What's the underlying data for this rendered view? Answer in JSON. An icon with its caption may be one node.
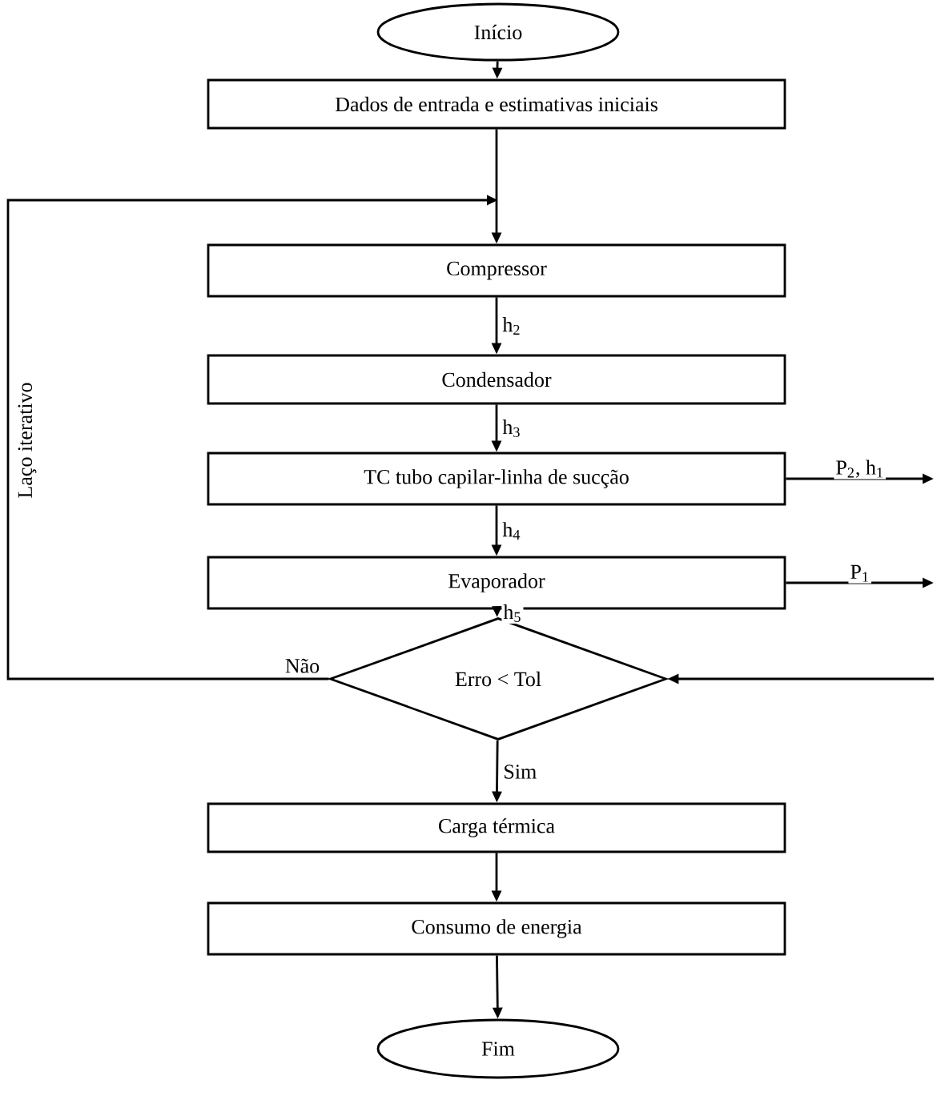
{
  "diagram": {
    "nodes": [
      {
        "text": [
          "Início"
        ]
      },
      {
        "text": [
          "Dados de entrada e estimativas iniciais"
        ]
      },
      {
        "text": [
          "Compressor"
        ]
      },
      {
        "text": [
          "Condensador"
        ]
      },
      {
        "text": [
          "TC tubo capilar-linha de sucção"
        ]
      },
      {
        "text": [
          "Evaporador"
        ]
      },
      {
        "text": [
          "Erro < Tol"
        ]
      },
      {
        "text": [
          "Carga térmica"
        ]
      },
      {
        "text": [
          "Consumo de energia"
        ]
      },
      {
        "text": [
          "Fim"
        ]
      }
    ],
    "edges": [
      {
        "from": 0,
        "to": 1,
        "arrow": "to"
      },
      {
        "from": 1,
        "to": 2,
        "arrow": "to"
      },
      {
        "from": 2,
        "to": 3,
        "arrow": "to",
        "label": "h$_{2}$"
      },
      {
        "from": 3,
        "to": 4,
        "arrow": "to",
        "label": "h$_{3}$"
      },
      {
        "from": 4,
        "to": 5,
        "arrow": "to",
        "label": "h$_{4}$"
      },
      {
        "from": 5,
        "to": 6,
        "arrow": "to",
        "label": "h$_{5}$"
      },
      {
        "from": 6,
        "to": 2,
        "arrow": "to",
        "label": "Não"
      },
      {
        "from": 4,
        "to": null,
        "arrow": "to",
        "label": "P$_{2}$, h$_{1}$"
      },
      {
        "from": 5,
        "to": null,
        "arrow": "to",
        "label": "P$_{1}$"
      },
      {
        "from": null,
        "to": 6,
        "arrow": "to"
      },
      {
        "from": 6,
        "to": 7,
        "arrow": "to",
        "label": "Sim"
      },
      {
        "from": 7,
        "to": 8,
        "arrow": "to"
      },
      {
        "from": 8,
        "to": 9,
        "arrow": "to"
      }
    ],
    "labels": [
      "Laço iterativo"
    ]
  }
}
